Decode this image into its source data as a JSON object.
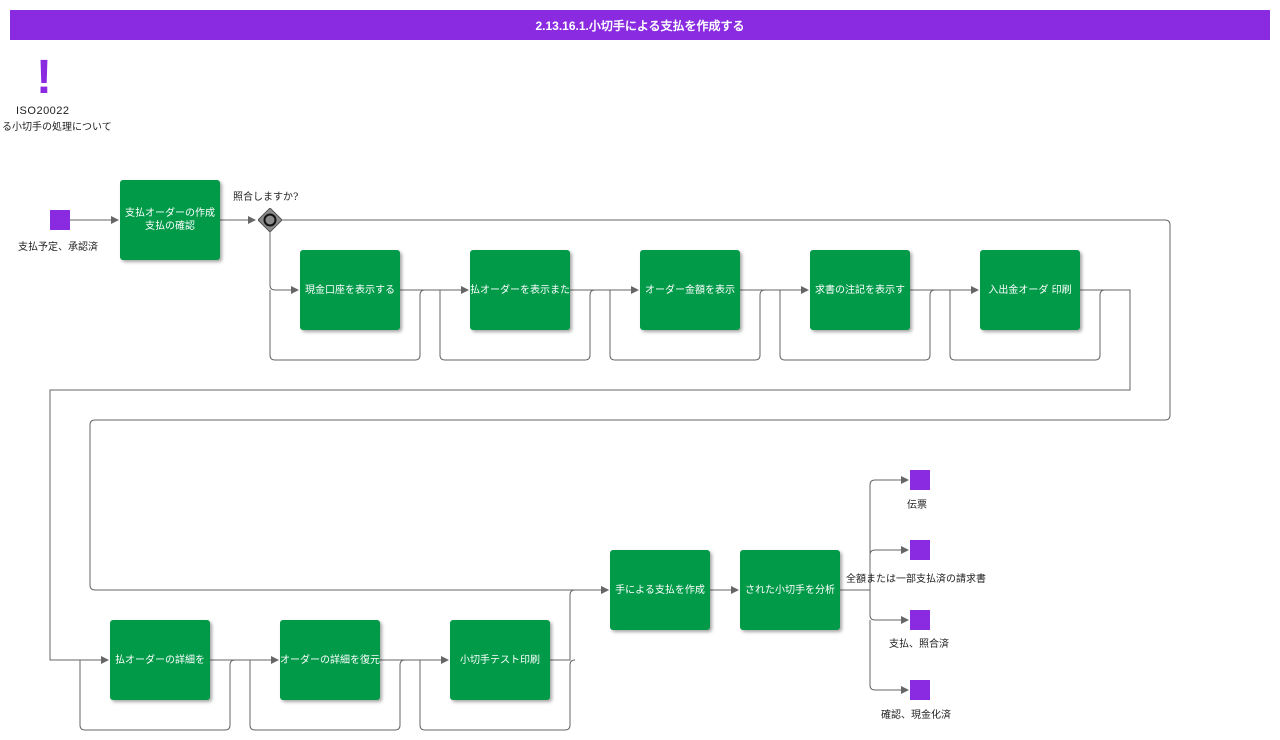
{
  "title": "2.13.16.1.小切手による支払を作成する",
  "note": {
    "icon": "exclamation-icon",
    "icon_glyph": "!",
    "label": "ISO20022",
    "sublabel": "る小切手の処理について"
  },
  "start_event": {
    "label": "支払予定、承認済"
  },
  "gateway": {
    "label": "照合しますか?"
  },
  "tasks": {
    "t1": {
      "line1": "支払オーダーの作成",
      "line2": "支払の確認"
    },
    "t2": {
      "label": "現金口座を表示する"
    },
    "t3": {
      "label": "払オーダーを表示また"
    },
    "t4": {
      "label": "オーダー金額を表示"
    },
    "t5": {
      "label": "求書の注記を表示す"
    },
    "t6": {
      "label": "入出金オーダ 印刷"
    },
    "t7": {
      "label": "払オーダーの詳細を"
    },
    "t8": {
      "label": "オーダーの詳細を復元"
    },
    "t9": {
      "label": "小切手テスト印刷"
    },
    "t10": {
      "label": "手による支払を作成"
    },
    "t11": {
      "label": "された小切手を分析"
    }
  },
  "end_events": {
    "e1": {
      "label": "伝票"
    },
    "e2": {
      "label": "全額または一部支払済の請求書"
    },
    "e3": {
      "label": "支払、照合済"
    },
    "e4": {
      "label": "確認、現金化済"
    }
  },
  "colors": {
    "title_bar": "#8a2be2",
    "task": "#009a49",
    "event": "#8a2be2",
    "gateway": "#808080",
    "connector": "#666666"
  }
}
